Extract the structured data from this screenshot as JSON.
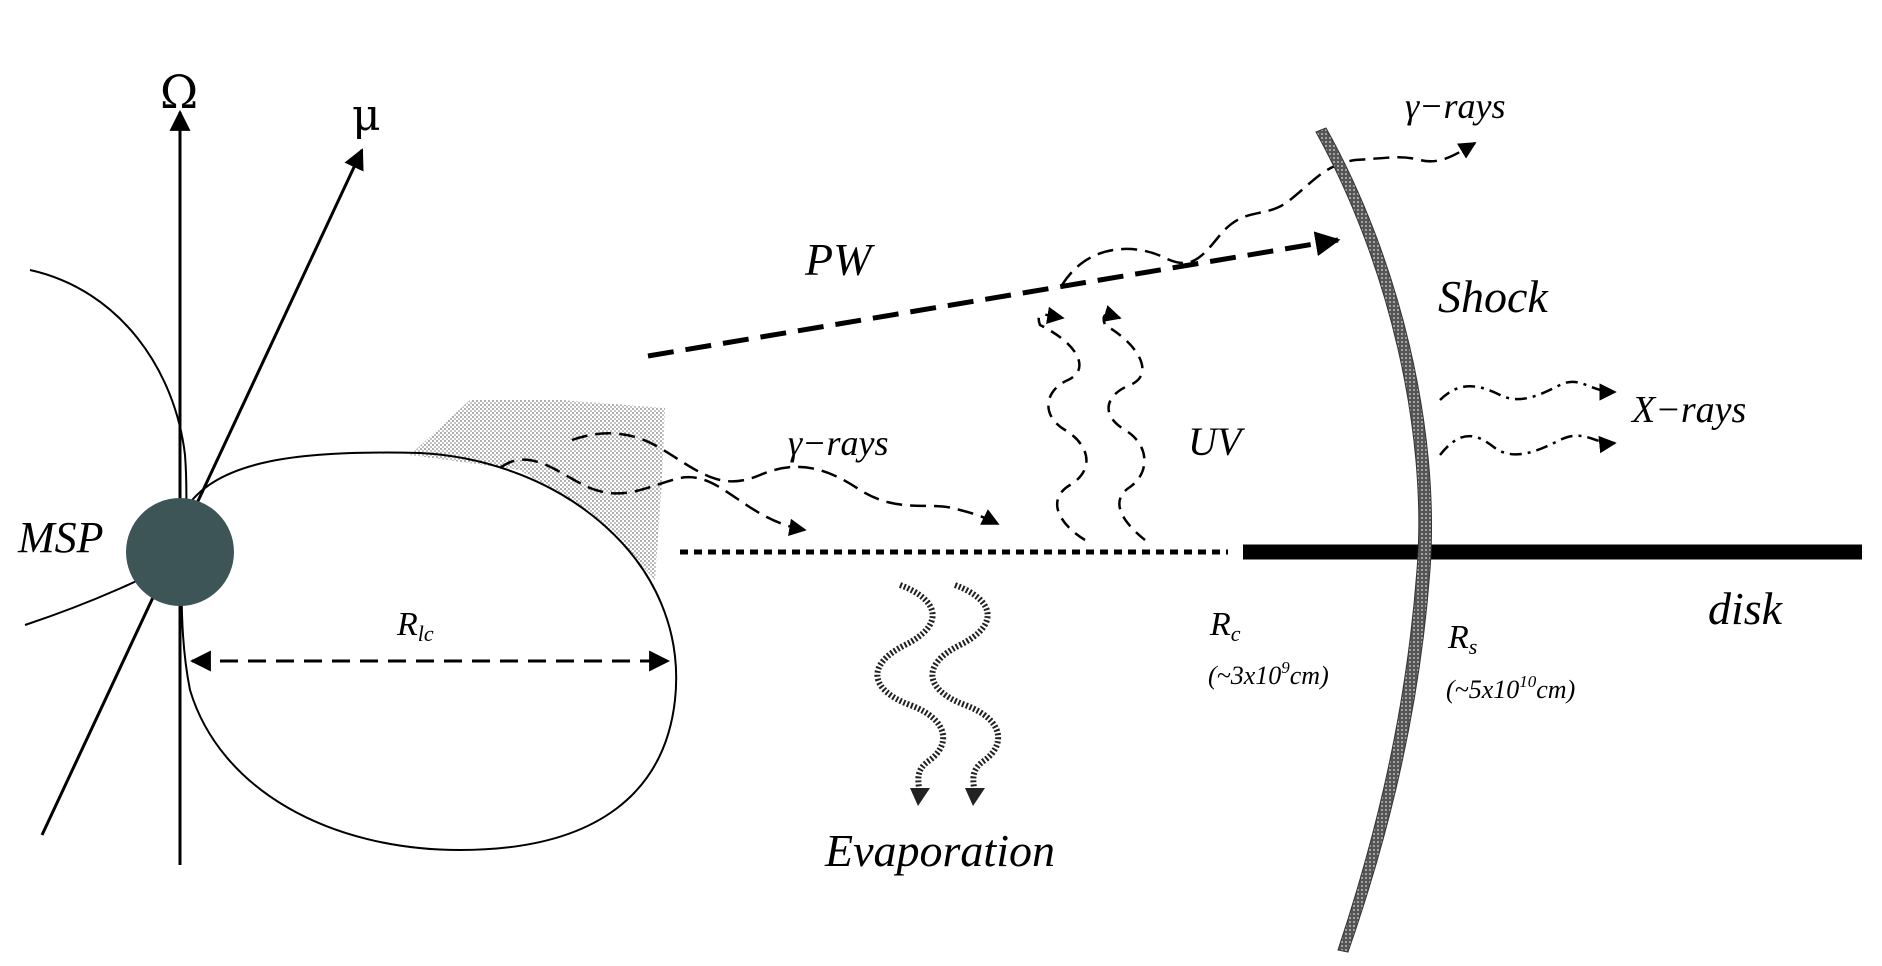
{
  "diagram": {
    "labels": {
      "omega": "Ω",
      "mu": "μ",
      "msp": "MSP",
      "r_lc": "R",
      "r_lc_sub": "lc",
      "pw": "PW",
      "gamma_rays_inner": "γ−rays",
      "gamma_rays_outer": "γ−rays",
      "uv": "UV",
      "shock": "Shock",
      "x_rays": "X−rays",
      "evaporation": "Evaporation",
      "r_c": "R",
      "r_c_sub": "c",
      "r_c_value_pre": "(~3x10",
      "r_c_value_exp": "9",
      "r_c_value_post": "cm)",
      "r_s": "R",
      "r_s_sub": "s",
      "r_s_value_pre": "(~5x10",
      "r_s_value_exp": "10",
      "r_s_value_post": "cm)",
      "disk": "disk"
    },
    "colors": {
      "pulsar": "#3d5557",
      "ink": "#000000",
      "shock_fill": "#808080",
      "shaded_region": "#bdbdbd"
    }
  }
}
